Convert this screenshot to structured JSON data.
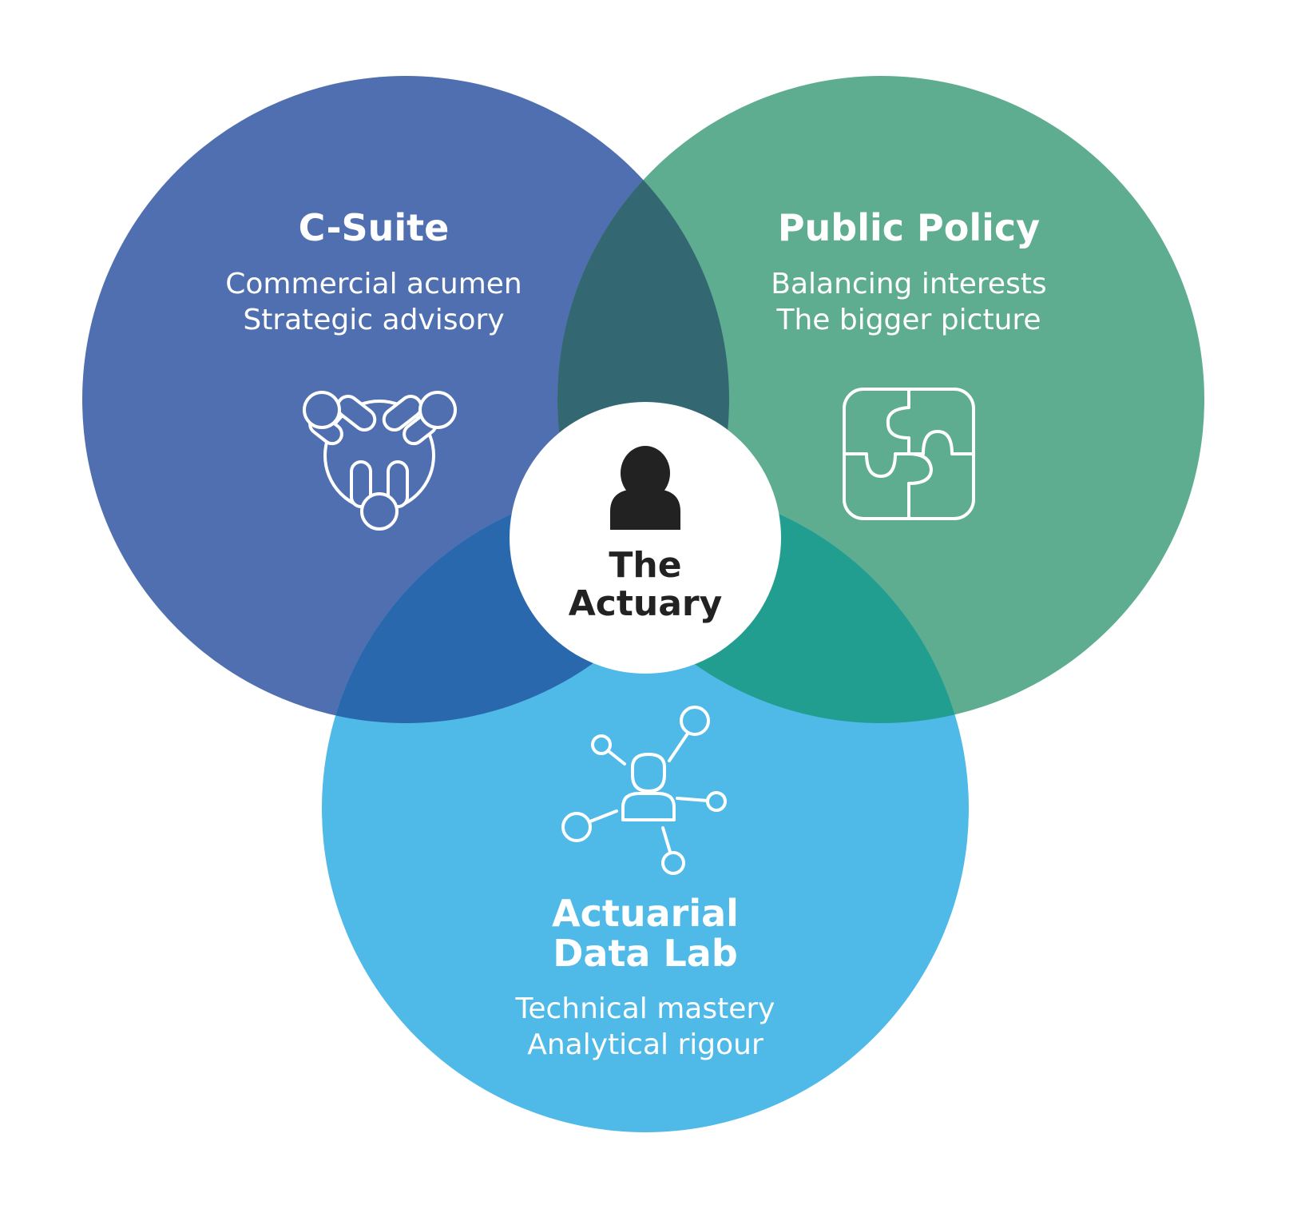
{
  "colors": {
    "csuite": "#4f6fb0",
    "policy": "#5fad90",
    "datalab": "#4fb9e8",
    "overlap_top": "#336873",
    "overlap_left": "#2a68ae",
    "overlap_right": "#229e90",
    "center": "#ffffff",
    "center_text": "#222222"
  },
  "center": {
    "icon": "person-icon",
    "title_line1": "The",
    "title_line2": "Actuary"
  },
  "csuite": {
    "title": "C-Suite",
    "line1": "Commercial acumen",
    "line2": "Strategic advisory",
    "icon": "team-meeting-icon"
  },
  "policy": {
    "title": "Public Policy",
    "line1": "Balancing interests",
    "line2": "The bigger picture",
    "icon": "puzzle-icon"
  },
  "datalab": {
    "title_line1": "Actuarial",
    "title_line2": "Data Lab",
    "line1": "Technical mastery",
    "line2": "Analytical rigour",
    "icon": "network-person-icon"
  }
}
